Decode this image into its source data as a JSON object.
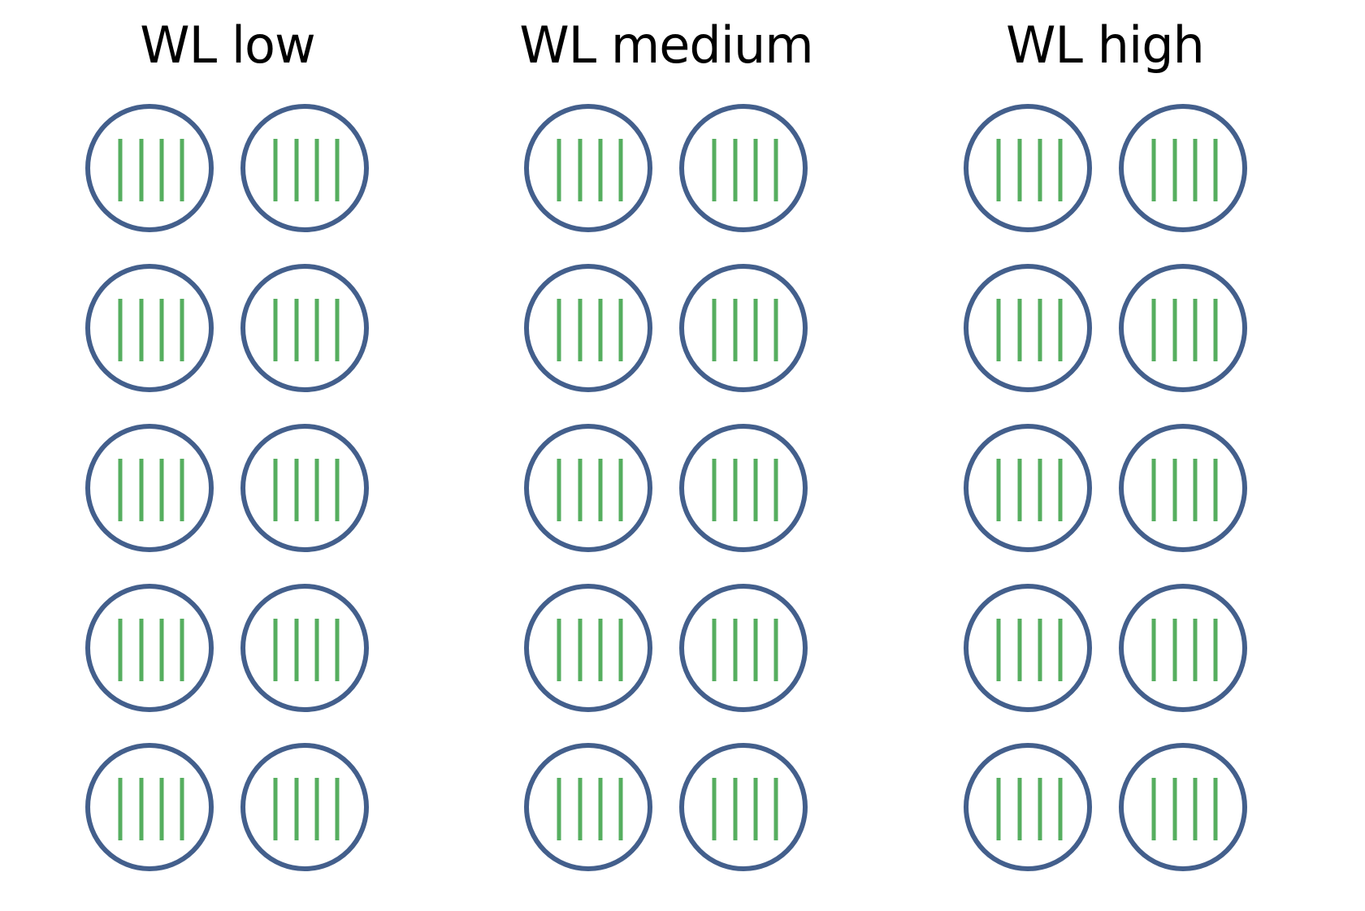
{
  "groups": [
    {
      "label": "WL low",
      "rows": 5,
      "columns": 2,
      "lines_per_circle": 4
    },
    {
      "label": "WL medium",
      "rows": 5,
      "columns": 2,
      "lines_per_circle": 4
    },
    {
      "label": "WL high",
      "rows": 5,
      "columns": 2,
      "lines_per_circle": 4
    }
  ],
  "colors": {
    "circle_outline": "#435f8c",
    "inner_lines": "#56ae5f",
    "title_text": "#000000",
    "background": "#ffffff"
  }
}
